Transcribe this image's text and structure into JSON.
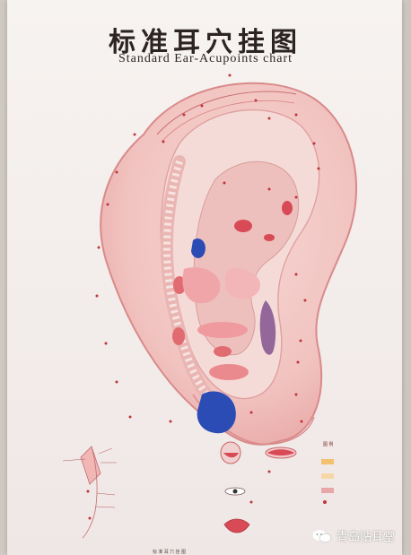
{
  "title": "标准耳穴挂图",
  "subtitle": "Standard Ear-Acupoints chart",
  "legend": {
    "title": "图 例"
  },
  "footer": "标 准 耳 穴 挂 图",
  "watermark": {
    "text": "青岛贴耳堂"
  },
  "colors": {
    "ear_outline": "#d98a8a",
    "ear_fill": "#f2c6c3",
    "organ_blue": "#2b4bb5",
    "organ_red": "#d84a55",
    "point_text": "#c0353a"
  }
}
